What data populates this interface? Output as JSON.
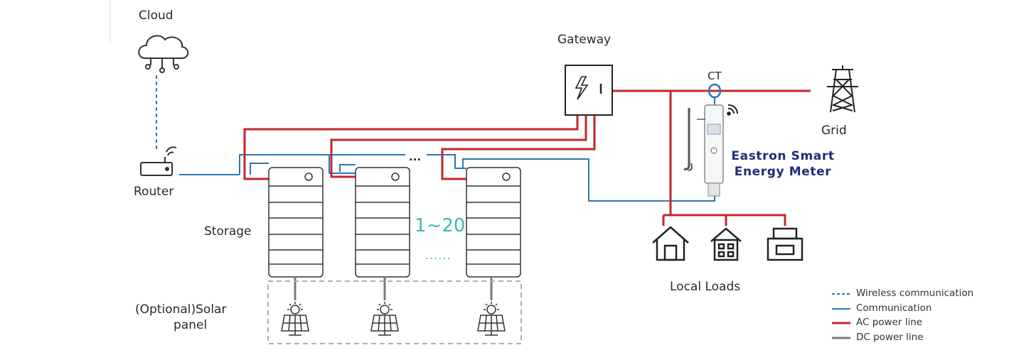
{
  "labels": {
    "cloud": "Cloud",
    "router": "Router",
    "gateway": "Gateway",
    "ct": "CT",
    "grid": "Grid",
    "storage": "Storage",
    "solar_line1": "(Optional)Solar",
    "solar_line2": "panel",
    "local_loads": "Local Loads",
    "meter_line1": "Eastron Smart",
    "meter_line2": "Energy Meter",
    "count": "1~20",
    "ellipsis": "......",
    "comm_ellipsis": "..."
  },
  "legend": [
    {
      "label": "Wireless communication",
      "style": "dashed-blue"
    },
    {
      "label": "Communication",
      "style": "solid-blue"
    },
    {
      "label": "AC power line",
      "style": "red"
    },
    {
      "label": "DC power line",
      "style": "grey"
    }
  ],
  "colors": {
    "ac_power": "#c1272d",
    "communication": "#2a77b8",
    "dc_power": "#7a7a7a",
    "accent_text": "#43b7b2",
    "meter_text": "#1f2d7a"
  },
  "icons": [
    "cloud-icon",
    "router-icon",
    "gateway-icon",
    "ct-clamp-icon",
    "grid-tower-icon",
    "battery-storage-icon",
    "solar-panel-icon",
    "house-icon",
    "building-icon",
    "factory-icon",
    "smart-meter-icon",
    "wifi-icon"
  ]
}
